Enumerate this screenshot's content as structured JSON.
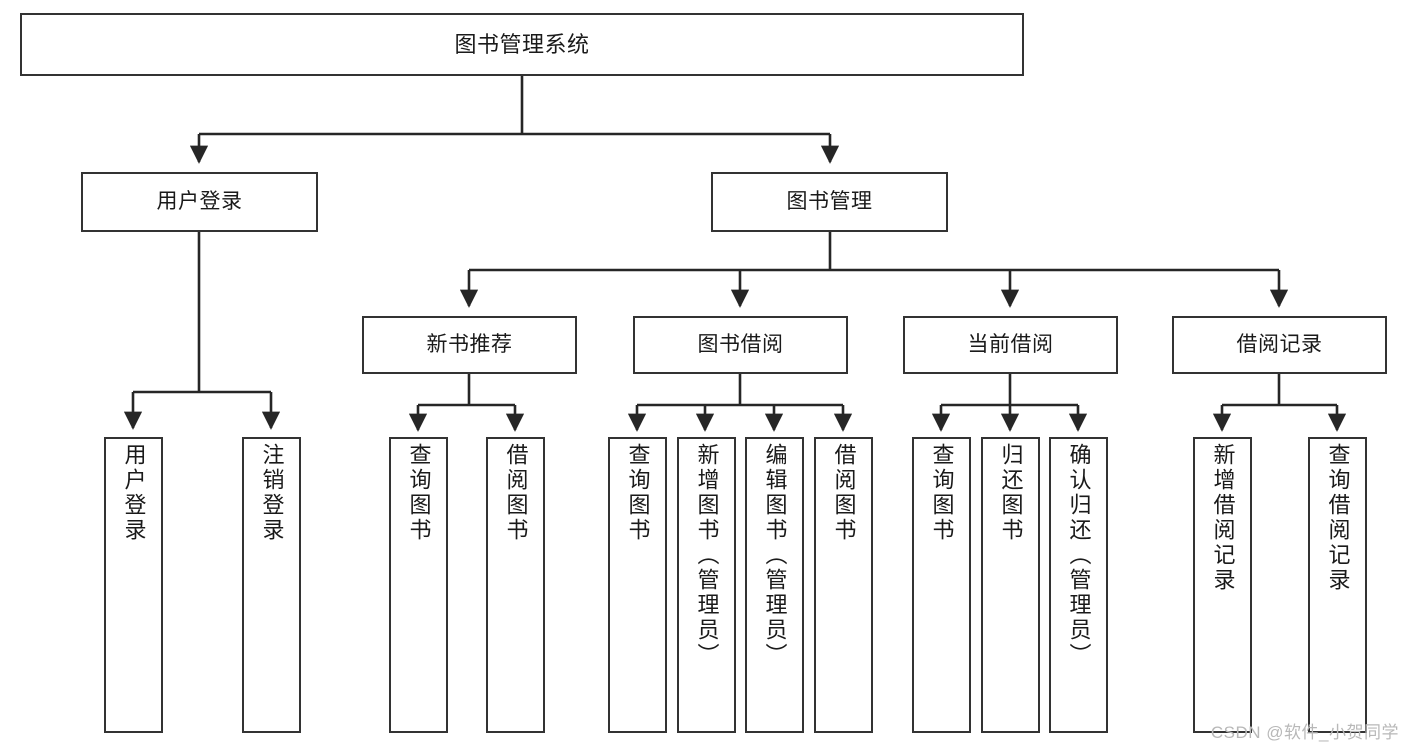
{
  "diagram": {
    "type": "tree",
    "title": "图书管理系统",
    "watermark": "CSDN @软件_小贺同学",
    "colors": {
      "node_border": "#333333",
      "node_fill": "#ffffff",
      "edge": "#262626",
      "text": "#1a1a1a",
      "watermark": "#b8b8b8"
    },
    "nodes": {
      "root": {
        "label": "图书管理系统"
      },
      "level2": [
        {
          "id": "user-login",
          "label": "用户登录"
        },
        {
          "id": "book-manage",
          "label": "图书管理"
        }
      ],
      "level3": [
        {
          "id": "new-book-rec",
          "label": "新书推荐"
        },
        {
          "id": "book-borrow",
          "label": "图书借阅"
        },
        {
          "id": "current-borrow",
          "label": "当前借阅"
        },
        {
          "id": "borrow-record",
          "label": "借阅记录"
        }
      ],
      "leaves": [
        {
          "id": "leaf-user-login",
          "label": "用户登录",
          "parent": "user-login"
        },
        {
          "id": "leaf-user-logout",
          "label": "注销登录",
          "parent": "user-login"
        },
        {
          "id": "leaf-query-book-1",
          "label": "查询图书",
          "parent": "new-book-rec"
        },
        {
          "id": "leaf-borrow-book-1",
          "label": "借阅图书",
          "parent": "new-book-rec"
        },
        {
          "id": "leaf-query-book-2",
          "label": "查询图书",
          "parent": "book-borrow"
        },
        {
          "id": "leaf-add-book",
          "label": "新增图书（管理员）",
          "parent": "book-borrow"
        },
        {
          "id": "leaf-edit-book",
          "label": "编辑图书（管理员）",
          "parent": "book-borrow"
        },
        {
          "id": "leaf-borrow-book-2",
          "label": "借阅图书",
          "parent": "book-borrow"
        },
        {
          "id": "leaf-query-book-3",
          "label": "查询图书",
          "parent": "current-borrow"
        },
        {
          "id": "leaf-return-book",
          "label": "归还图书",
          "parent": "current-borrow"
        },
        {
          "id": "leaf-confirm-return",
          "label": "确认归还（管理员）",
          "parent": "current-borrow"
        },
        {
          "id": "leaf-add-record",
          "label": "新增借阅记录",
          "parent": "borrow-record"
        },
        {
          "id": "leaf-query-record",
          "label": "查询借阅记录",
          "parent": "borrow-record"
        }
      ]
    }
  }
}
